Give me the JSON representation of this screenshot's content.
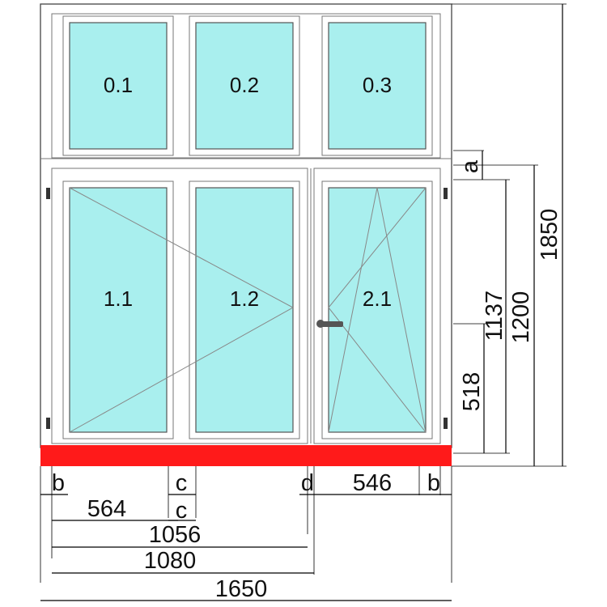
{
  "colors": {
    "glass": "#a9efee",
    "frame": "#ffffff",
    "sill": "#ff1a1a",
    "lines": "#000000"
  },
  "panes": {
    "p01": "0.1",
    "p02": "0.2",
    "p03": "0.3",
    "p11": "1.1",
    "p12": "1.2",
    "p21": "2.1"
  },
  "dimensions": {
    "overall_height": "1850",
    "sash_height": "1200",
    "handle_to_top": "1137",
    "handle_height": "518",
    "offset_a": "a",
    "offset_b_left": "b",
    "offset_b_right": "b",
    "offset_c1": "c",
    "offset_c2": "c",
    "offset_d": "d",
    "width_546": "546",
    "width_564": "564",
    "width_1056": "1056",
    "width_1080": "1080",
    "overall_width": "1650"
  }
}
